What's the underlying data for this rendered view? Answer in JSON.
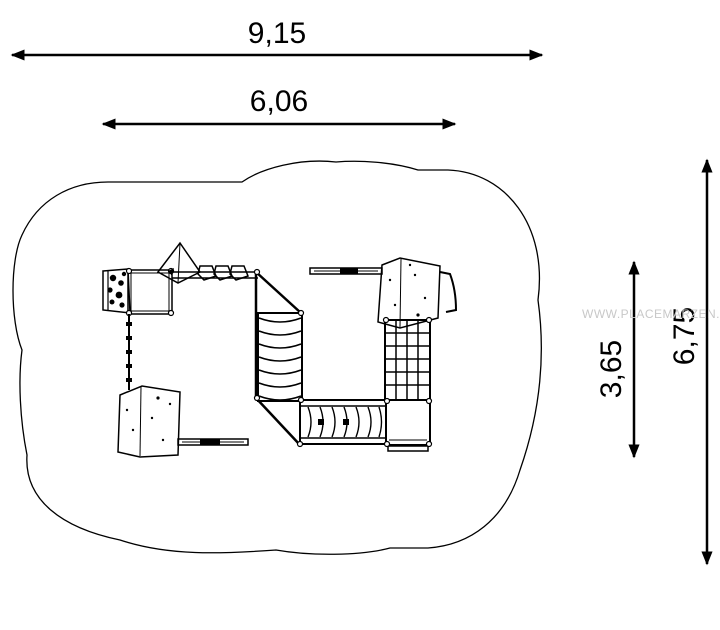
{
  "dimensions": {
    "overall_width": "9,15",
    "inner_width": "6,06",
    "inner_depth": "3,65",
    "overall_depth": "6,75"
  },
  "watermark": "WWW.PLACEMARZEN.PL",
  "colors": {
    "line": "#000000",
    "watermark": "#c8c8c8",
    "background": "#ffffff"
  }
}
